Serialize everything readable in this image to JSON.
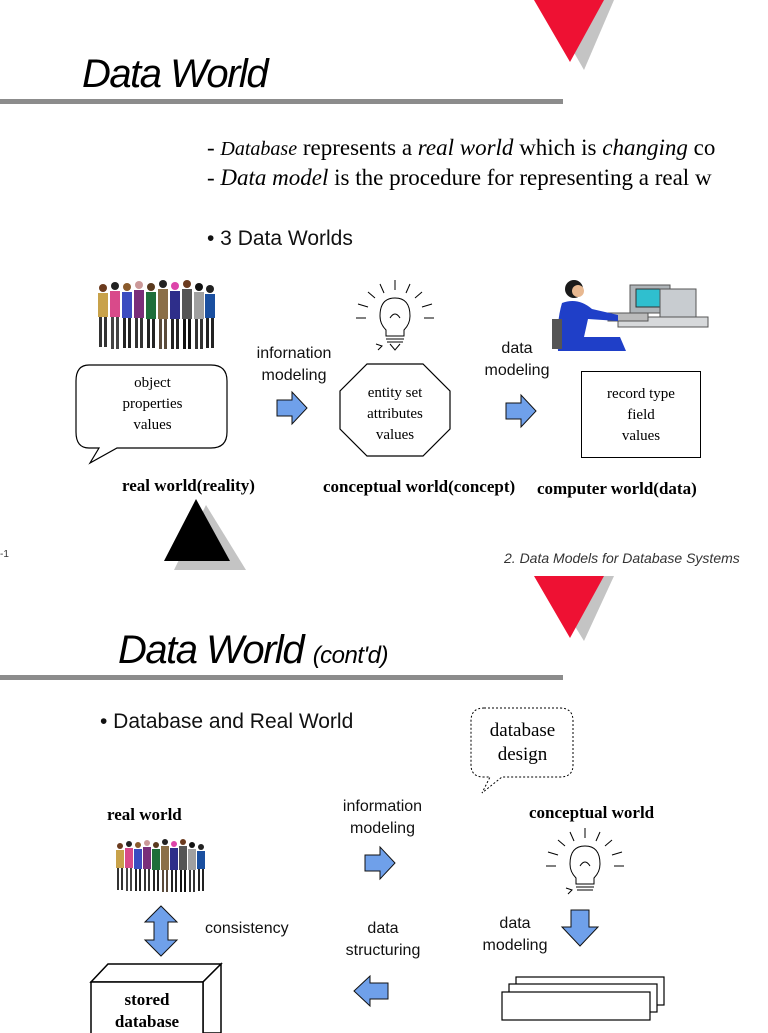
{
  "slide1": {
    "title": "Data World",
    "bullet_line1": {
      "prefix": "- ",
      "term1": "Database",
      "mid1": " represents a ",
      "term2": "real world",
      "mid2": " which is ",
      "term3": "changing",
      "end": " co"
    },
    "bullet_line2": {
      "prefix": "- ",
      "term1": "Data model",
      "rest": " is the procedure for representing a real w"
    },
    "section_bullet": "• 3 Data Worlds",
    "real_world_box": [
      "object",
      "properties",
      "values"
    ],
    "arrow1_label": [
      "infornation",
      "modeling"
    ],
    "concept_box": [
      "entity set",
      "attributes",
      "values"
    ],
    "arrow2_label": [
      "data",
      "modeling"
    ],
    "computer_box": [
      "record type",
      "field",
      "values"
    ],
    "label_real": "real world(reality)",
    "label_concept": "conceptual world(concept)",
    "label_computer": "computer world(data)",
    "page_number": "-1",
    "footer": "2. Data Models for Database Systems",
    "colors": {
      "red": "#ee1133",
      "arrow_blue": "#6fa0ea",
      "rule_gray": "#8c8c8c"
    }
  },
  "slide2": {
    "title": "Data World",
    "title_sub": "(cont'd)",
    "section_bullet": "• Database and Real World",
    "design_bubble": [
      "database",
      "design"
    ],
    "real_world_label": "real world",
    "conceptual_world_label": "conceptual world",
    "info_modeling_label": [
      "information",
      "modeling"
    ],
    "consistency_label": "consistency",
    "data_structuring_label": [
      "data",
      "structuring"
    ],
    "data_modeling_label": [
      "data",
      "modeling"
    ],
    "stored_db_label": [
      "stored",
      "database"
    ]
  }
}
